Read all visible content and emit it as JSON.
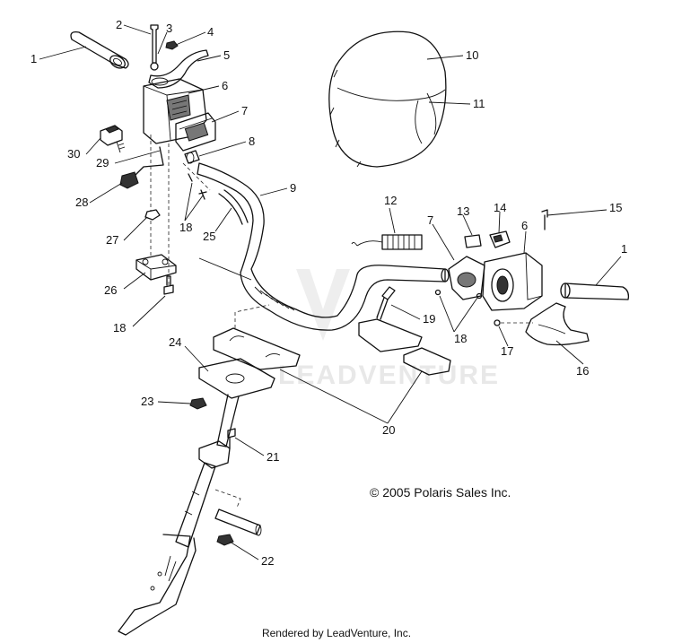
{
  "callouts": [
    {
      "label": "1"
    },
    {
      "label": "2"
    },
    {
      "label": "3"
    },
    {
      "label": "4"
    },
    {
      "label": "5"
    },
    {
      "label": "6"
    },
    {
      "label": "7"
    },
    {
      "label": "8"
    },
    {
      "label": "9"
    },
    {
      "label": "10"
    },
    {
      "label": "11"
    },
    {
      "label": "12"
    },
    {
      "label": "7"
    },
    {
      "label": "13"
    },
    {
      "label": "14"
    },
    {
      "label": "6"
    },
    {
      "label": "15"
    },
    {
      "label": "1"
    },
    {
      "label": "30"
    },
    {
      "label": "29"
    },
    {
      "label": "28"
    },
    {
      "label": "18"
    },
    {
      "label": "25"
    },
    {
      "label": "27"
    },
    {
      "label": "26"
    },
    {
      "label": "18"
    },
    {
      "label": "19"
    },
    {
      "label": "18"
    },
    {
      "label": "17"
    },
    {
      "label": "16"
    },
    {
      "label": "24"
    },
    {
      "label": "23"
    },
    {
      "label": "20"
    },
    {
      "label": "21"
    },
    {
      "label": "22"
    }
  ],
  "copyright": "© 2005 Polaris Sales Inc.",
  "rendered_by": "Rendered by LeadVenture, Inc.",
  "watermark": "LEADVENTURE"
}
